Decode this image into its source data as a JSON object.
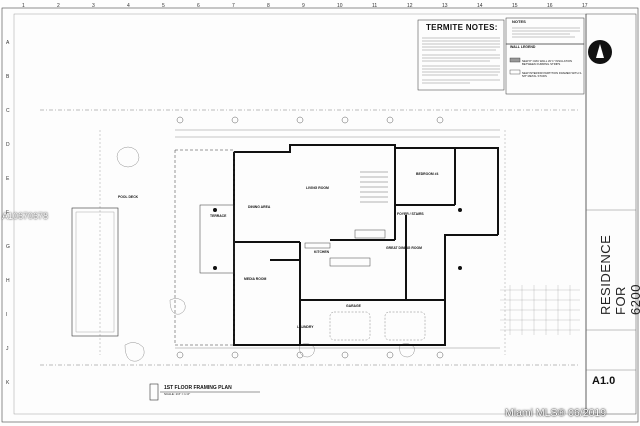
{
  "sheet": {
    "termite_notes_title": "TERMITE NOTES:",
    "notes_label": "NOTES",
    "wall_legend_title": "WALL LEGEND",
    "legend_items": [
      "NEW 8\" CMU WALL W/ 1\" INSULATION BETWEEN FURRING STRIPS",
      "NEW INTERIOR PARTITION FRAMED WITH 3-5/8\" METAL STUDS"
    ],
    "project_title_line1": "RESIDENCE FOR",
    "project_title_line2": "6200 ALTON, LLC",
    "sheet_number": "A1.0",
    "plan_title": "1ST FLOOR FRAMING PLAN",
    "plan_scale": "SCALE: 1/4\" = 1'-0\"",
    "top_ruler": [
      "1",
      "2",
      "3",
      "4",
      "5",
      "6",
      "7",
      "8",
      "9",
      "10",
      "11",
      "12",
      "13",
      "14",
      "15",
      "16",
      "17"
    ],
    "left_ruler": [
      "A",
      "B",
      "C",
      "D",
      "E",
      "F",
      "G",
      "H",
      "I",
      "J",
      "K"
    ]
  },
  "rooms": [
    {
      "label": "POOL DECK"
    },
    {
      "label": "TERRACE"
    },
    {
      "label": "DINING AREA"
    },
    {
      "label": "LIVING ROOM"
    },
    {
      "label": "BEDROOM #4"
    },
    {
      "label": "FOYER / STAIRS"
    },
    {
      "label": "KITCHEN"
    },
    {
      "label": "GREAT DINING ROOM"
    },
    {
      "label": "MEDIA ROOM"
    },
    {
      "label": "GARAGE"
    },
    {
      "label": "LAUNDRY"
    }
  ],
  "listing": {
    "mls_id": "A10670678",
    "watermark": "Miami MLS® 06/2019"
  }
}
